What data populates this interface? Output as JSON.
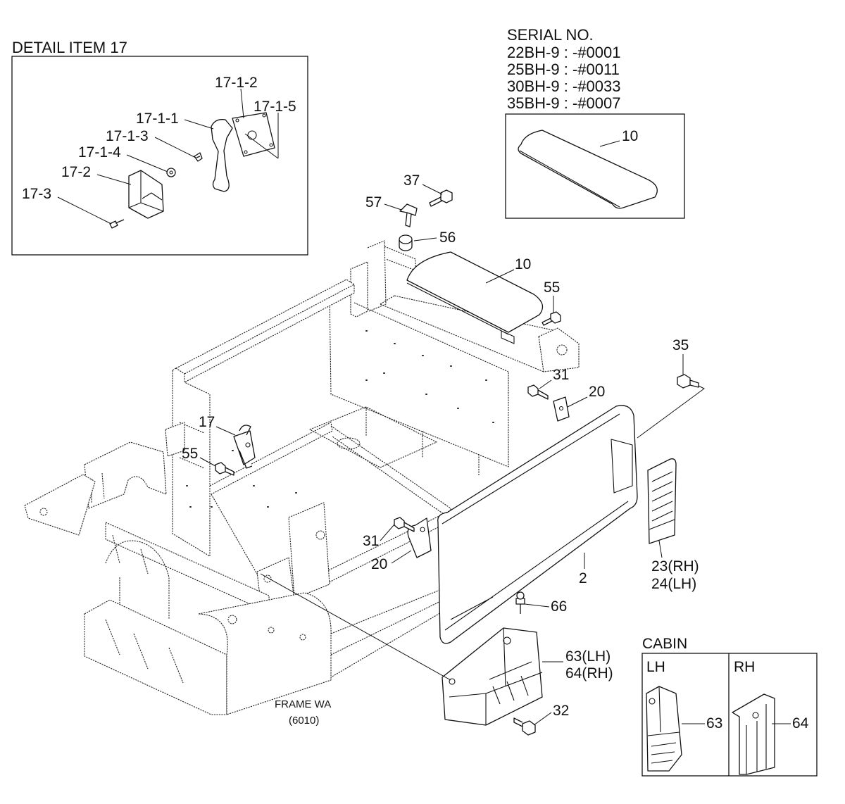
{
  "detail": {
    "title": "DETAIL ITEM 17",
    "labels": {
      "p17_1_2": "17-1-2",
      "p17_1_5": "17-1-5",
      "p17_1_1": "17-1-1",
      "p17_1_3": "17-1-3",
      "p17_1_4": "17-1-4",
      "p17_2": "17-2",
      "p17_3": "17-3"
    }
  },
  "serial": {
    "heading": "SERIAL NO.",
    "lines": [
      "22BH-9 : -#0001",
      "25BH-9 : -#0011",
      "30BH-9 : -#0033",
      "35BH-9 : -#0007"
    ],
    "part_label": "10"
  },
  "main": {
    "labels": {
      "part_37": "37",
      "part_57": "57",
      "part_56": "56",
      "part_10": "10",
      "part_55_upper": "55",
      "part_35": "35",
      "part_31_upper": "31",
      "part_20_upper": "20",
      "part_17": "17",
      "part_55_lower": "55",
      "part_31_lower": "31",
      "part_20_lower": "20",
      "part_2": "2",
      "part_23": "23(RH)",
      "part_24": "24(LH)",
      "part_66": "66",
      "part_63": "63(LH)",
      "part_64": "64(RH)",
      "part_32": "32"
    }
  },
  "frame": {
    "name": "FRAME WA",
    "code": "(6010)"
  },
  "cabin": {
    "title": "CABIN",
    "lh": "LH",
    "rh": "RH",
    "lh_part": "63",
    "rh_part": "64"
  }
}
